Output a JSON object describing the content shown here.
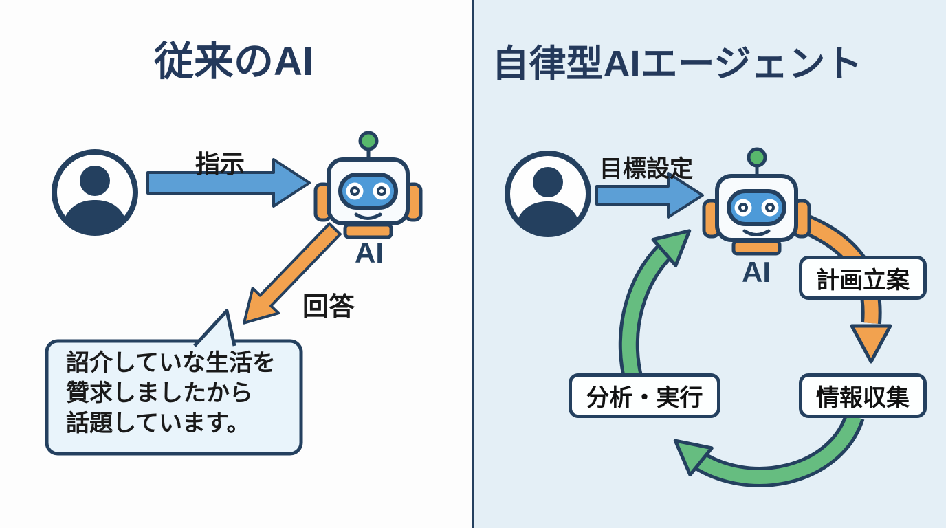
{
  "left_panel": {
    "title": "従来のAI",
    "person_icon": "user-silhouette-icon",
    "robot_icon": "robot-icon",
    "robot_label": "AI",
    "arrow_instruction": {
      "label": "指示",
      "direction": "right",
      "color": "#5C9FD6"
    },
    "arrow_answer": {
      "label": "回答",
      "direction": "down-left",
      "color": "#F2A24F"
    },
    "speech_bubble": {
      "lines": [
        "詔介していな生活を",
        "贊求しましたから",
        "話題しています。"
      ]
    }
  },
  "right_panel": {
    "title": "自律型AIエージェント",
    "person_icon": "user-silhouette-icon",
    "robot_icon": "robot-icon",
    "robot_label": "AI",
    "arrow_goal": {
      "label": "目標設定",
      "direction": "right",
      "color": "#5C9FD6"
    },
    "cycle": {
      "boxes": [
        {
          "label": "計画立案"
        },
        {
          "label": "情報収集"
        },
        {
          "label": "分析・実行"
        }
      ],
      "arrows": [
        {
          "from": "robot",
          "to": "計画立案",
          "color": "#F2A24F"
        },
        {
          "from": "計画立案",
          "to": "情報収集",
          "color": "#F2A24F"
        },
        {
          "from": "情報収集",
          "to": "分析・実行",
          "color": "#66BD80"
        },
        {
          "from": "分析・実行",
          "to": "robot",
          "color": "#66BD80"
        }
      ]
    }
  },
  "colors": {
    "outline_navy": "#24405F",
    "title_navy": "#24395B",
    "left_bg": "#FDFDFD",
    "right_bg": "#E4EFF6",
    "bubble_bg": "#E9F4FB",
    "blue_arrow": "#5C9FD6",
    "orange": "#F2A24F",
    "green": "#66BD80",
    "robot_visor": "#4D9AD8",
    "antenna_green": "#58B86C",
    "box_bg": "#FDFFFF",
    "text_black": "#1A1A1A"
  }
}
